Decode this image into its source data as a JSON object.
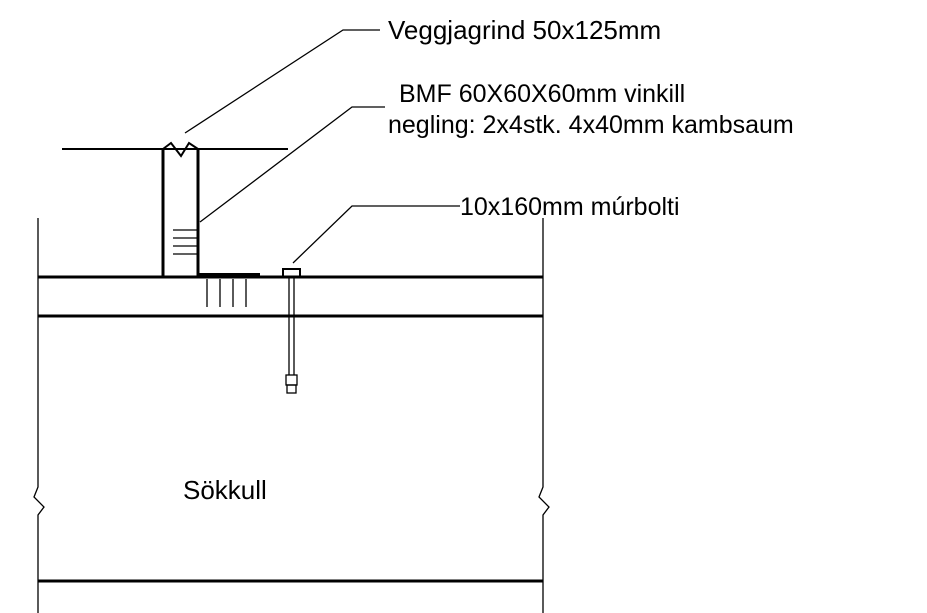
{
  "labels": {
    "stud": "Veggjagrind 50x125mm",
    "bracket_line1": "BMF 60X60X60mm vinkill",
    "bracket_line2": "negling: 2x4stk. 4x40mm kambsaum",
    "bolt": "10x160mm múrbolti",
    "foundation": "Sökkull"
  }
}
